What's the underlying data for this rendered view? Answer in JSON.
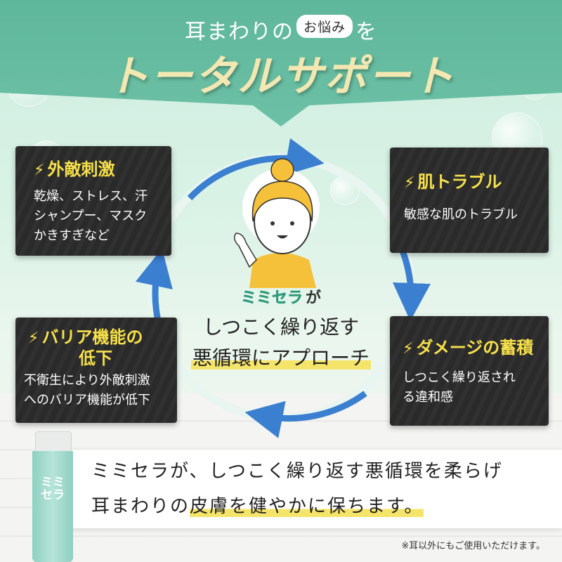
{
  "header": {
    "line1_before": "耳まわりの",
    "line1_tag": "お悩み",
    "line1_after": "を",
    "line2": "トータルサポート"
  },
  "boxes": {
    "top_left": {
      "title": "外敵刺激",
      "body_lines": [
        "乾燥、ストレス、汗",
        "シャンプー、マスク",
        "かきすぎなど"
      ]
    },
    "top_right": {
      "title": "肌トラブル",
      "body_lines": [
        "敏感な肌のトラブル"
      ]
    },
    "bottom_left": {
      "title_lines": [
        "バリア機能の",
        "低下"
      ],
      "body_lines": [
        "不衛生により外敵刺激",
        "へのバリア機能が低下"
      ]
    },
    "bottom_right": {
      "title": "ダメージの蓄積",
      "body_lines": [
        "しつこく繰り返され",
        "る違和感"
      ]
    }
  },
  "center": {
    "brand": "ミミセラ",
    "particle": "が",
    "line2": "しつこく繰り返す",
    "line3": "悪循環にアプローチ"
  },
  "bottom": {
    "line1": "ミミセラが、しつこく繰り返す悪循環を柔らげ",
    "line2_before": "耳まわりの",
    "line2_highlight": "皮膚を健やかに保ちます。",
    "note": "※耳以外にもご使用いただけます。"
  },
  "bottle": {
    "brand_line1": "ミミ",
    "brand_line2": "セラ"
  },
  "colors": {
    "banner": "#5fb79b",
    "title_gold": "#f3e7b2",
    "box_bg": "#2a2a2a",
    "box_title": "#f6e04b",
    "arrow_blue": "#3b7fd0",
    "brand_green": "#2f9a7a",
    "highlight": "#f5e46a"
  }
}
